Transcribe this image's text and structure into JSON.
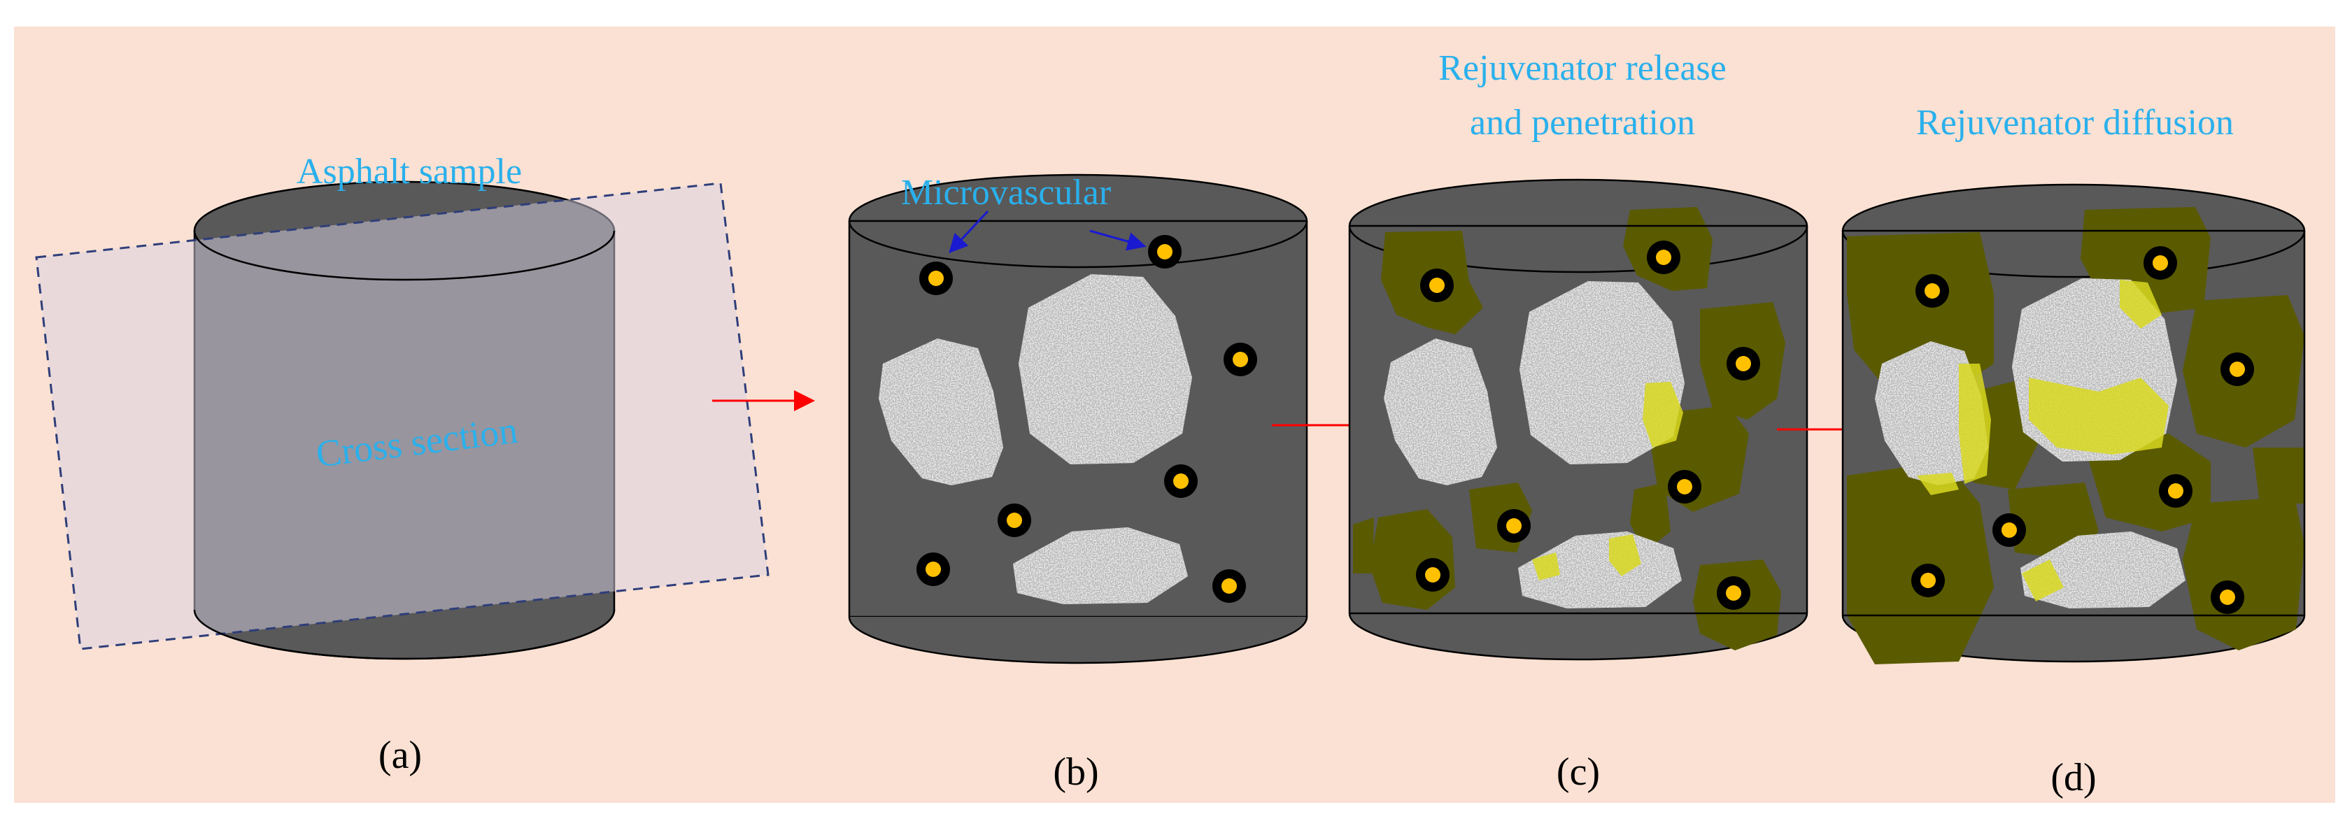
{
  "colors": {
    "panel_background": "#fae1d3",
    "asphalt": "#595959",
    "cross_section": "#d7d2e4",
    "label_blue": "#2ab0ec",
    "arrow_red": "#ff0000",
    "pointer_blue": "#1a1ad0",
    "microvascular_ring": "#000000",
    "microvascular_core": "#ffc000",
    "rejuvenator_olive": "#5a5a00",
    "rejuvenator_yellow": "#d8d820",
    "aggregate_light": "#e6e6e6"
  },
  "labels": {
    "asphalt_sample": "Asphalt sample",
    "cross_section": "Cross section",
    "microvascular": "Microvascular",
    "release_line1": "Rejuvenator release",
    "release_line2": "and penetration",
    "diffusion": "Rejuvenator diffusion"
  },
  "panels": [
    {
      "id": "a",
      "caption": "(a)"
    },
    {
      "id": "b",
      "caption": "(b)"
    },
    {
      "id": "c",
      "caption": "(c)"
    },
    {
      "id": "d",
      "caption": "(d)"
    }
  ]
}
